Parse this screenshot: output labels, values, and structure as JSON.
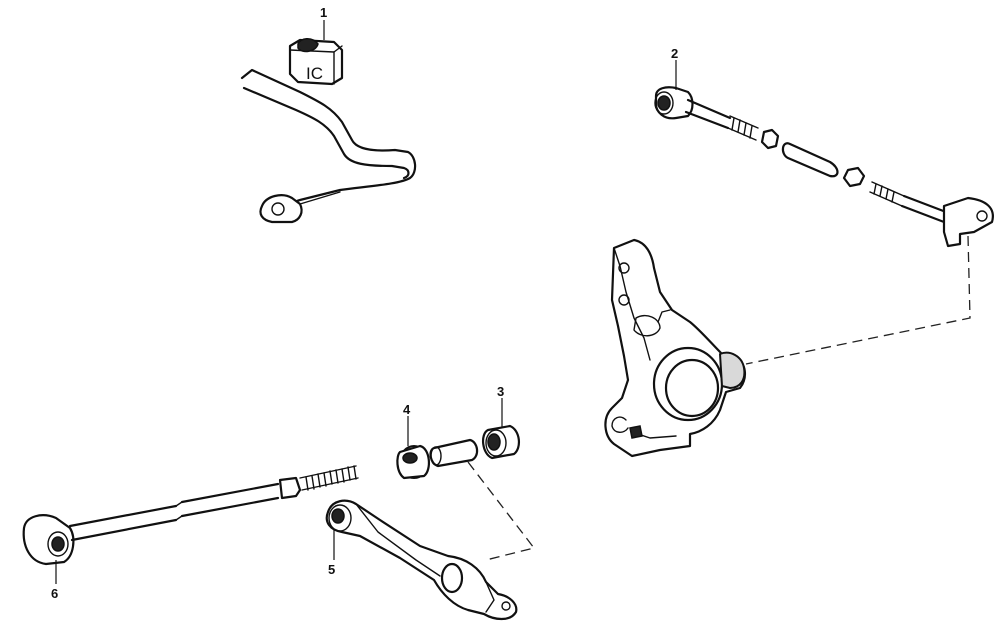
{
  "callouts": [
    {
      "id": "1",
      "label": "1",
      "part": "stabilizer-bar-bushing"
    },
    {
      "id": "2",
      "label": "2",
      "part": "upper-control-rod-bushing"
    },
    {
      "id": "3",
      "label": "3",
      "part": "lower-arm-bushing-outer"
    },
    {
      "id": "4",
      "label": "4",
      "part": "lower-arm-bushing-inner"
    },
    {
      "id": "5",
      "label": "5",
      "part": "lower-arm-end-bushing"
    },
    {
      "id": "6",
      "label": "6",
      "part": "trailing-rod-bushing"
    }
  ],
  "bushing_stamp": "IC",
  "colors": {
    "ink": "#111111",
    "fill": "#ffffff",
    "shade": "#d9d9d9"
  }
}
